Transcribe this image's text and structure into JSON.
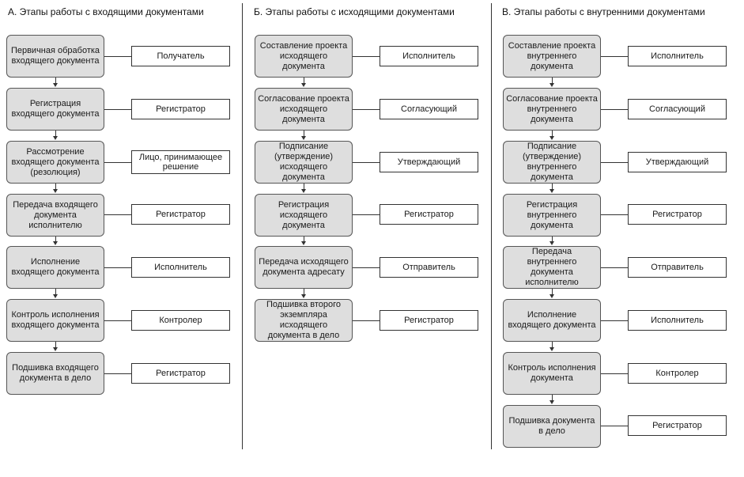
{
  "columns": [
    {
      "title": "А. Этапы работы с входящими документами",
      "steps": [
        {
          "label": "Первичная обработка входящего документа",
          "role": "Получатель"
        },
        {
          "label": "Регистрация входящего документа",
          "role": "Регистратор"
        },
        {
          "label": "Рассмотрение входящего документа (резолюция)",
          "role": "Лицо, принимающее решение"
        },
        {
          "label": "Передача входящего документа исполнителю",
          "role": "Регистратор"
        },
        {
          "label": "Исполнение входящего документа",
          "role": "Исполнитель"
        },
        {
          "label": "Контроль исполнения входящего документа",
          "role": "Контролер"
        },
        {
          "label": "Подшивка входящего документа в дело",
          "role": "Регистратор"
        }
      ]
    },
    {
      "title": "Б. Этапы работы с исходящими документами",
      "steps": [
        {
          "label": "Составление проекта исходящего документа",
          "role": "Исполнитель"
        },
        {
          "label": "Согласование проекта исходящего документа",
          "role": "Согласующий"
        },
        {
          "label": "Подписание (утверждение) исходящего документа",
          "role": "Утверждающий"
        },
        {
          "label": "Регистрация исходящего документа",
          "role": "Регистратор"
        },
        {
          "label": "Передача исходящего документа адресату",
          "role": "Отправитель"
        },
        {
          "label": "Подшивка второго экземпляра исходящего документа в дело",
          "role": "Регистратор"
        }
      ]
    },
    {
      "title": "В. Этапы работы с внутренними документами",
      "steps": [
        {
          "label": "Составление проекта внутреннего документа",
          "role": "Исполнитель"
        },
        {
          "label": "Согласование проекта внутреннего документа",
          "role": "Согласующий"
        },
        {
          "label": "Подписание (утверждение) внутреннего документа",
          "role": "Утверждающий"
        },
        {
          "label": "Регистрация внутреннего документа",
          "role": "Регистратор"
        },
        {
          "label": "Передача внутреннего документа исполнителю",
          "role": "Отправитель"
        },
        {
          "label": "Исполнение входящего документа",
          "role": "Исполнитель"
        },
        {
          "label": "Контроль исполнения документа",
          "role": "Контролер"
        },
        {
          "label": "Подшивка документа в дело",
          "role": "Регистратор"
        }
      ]
    }
  ]
}
